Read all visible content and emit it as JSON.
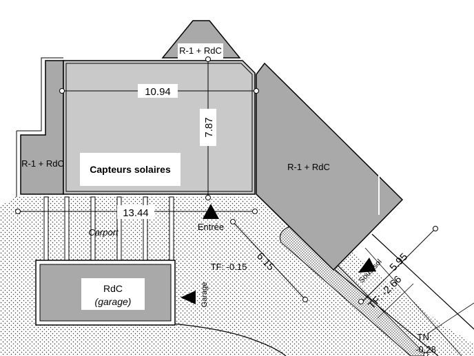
{
  "plan": {
    "rooms": {
      "top_tower": "R-1 + RdC",
      "left_wing": "R-1 + RdC",
      "main": "Capteurs solaires",
      "right_wing": "R-1 + RdC",
      "garage_title": "RdC",
      "garage_sub": "(garage)"
    },
    "dimensions": {
      "main_width": "10.94",
      "main_height": "7.87",
      "overall_width": "13.44",
      "entry_diag": "6.15",
      "right_diag": "5.95"
    },
    "labels": {
      "carport": "Carport",
      "entrance": "Entrée",
      "garage_access": "Garage",
      "basement_access": "Sous-sol",
      "tf_main": "TF: -0.15",
      "tf_basement": "TF: -2.66",
      "tn_label": "TN:",
      "tn_value": "-0.28"
    }
  }
}
